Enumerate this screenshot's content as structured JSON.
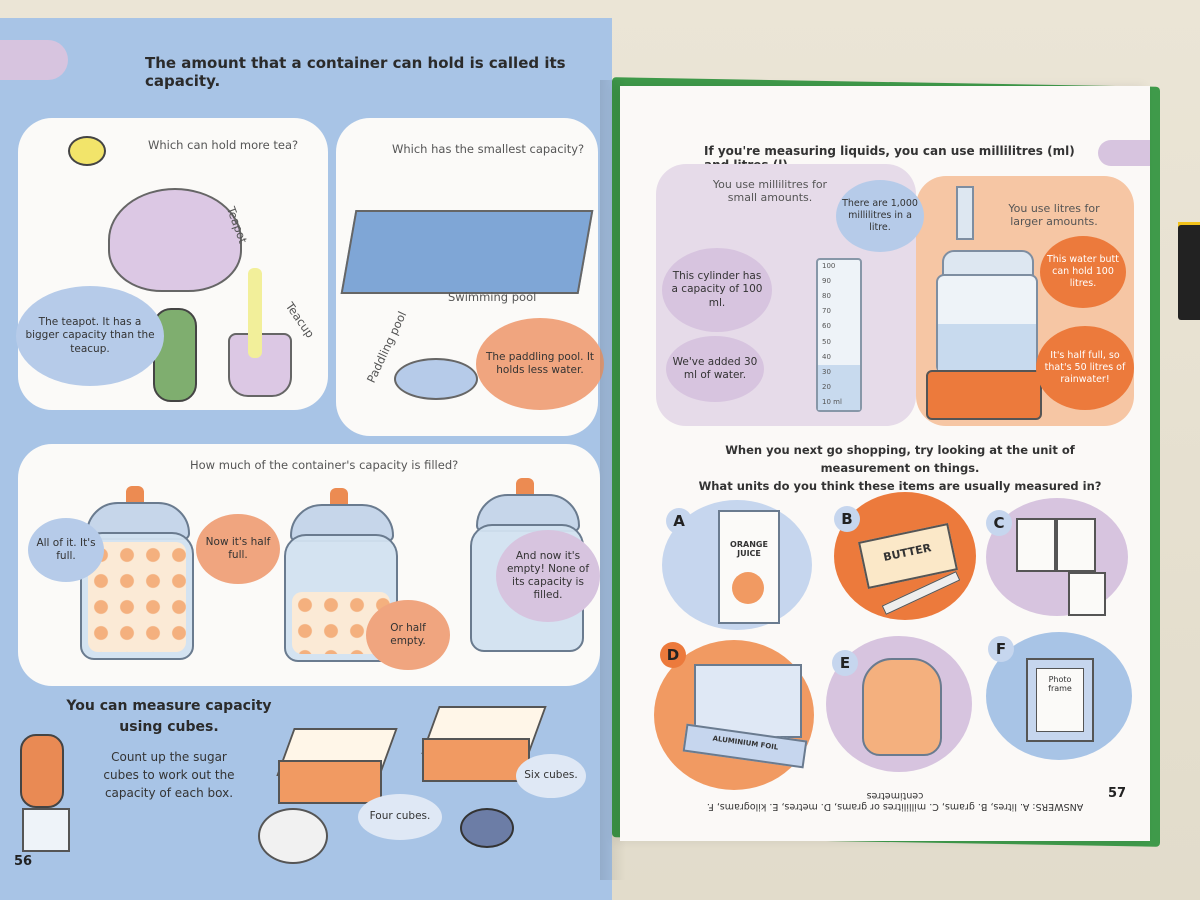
{
  "left_page": {
    "title_plain": "The amount that a container can hold is called its",
    "title_bold": "capacity.",
    "tea_question": "Which can hold more tea?",
    "teapot_label": "Teapot",
    "teacup_label": "Teacup",
    "tea_answer": "The teapot. It has a bigger capacity than the teacup.",
    "pool_question": "Which has the smallest capacity?",
    "swimming_pool_label": "Swimming pool",
    "paddling_pool_label": "Paddling pool",
    "pool_answer": "The paddling pool. It holds less water.",
    "jar_question": "How much of the container's capacity is filled?",
    "jar_full": "All of it. It's full.",
    "jar_half": "Now it's half full.",
    "jar_half_empty": "Or half empty.",
    "jar_empty": "And now it's empty! None of its capacity is filled.",
    "cubes_heading": "You can measure capacity using cubes.",
    "cubes_text": "Count up the sugar cubes to work out the capacity of each box.",
    "four_cubes": "Four cubes.",
    "six_cubes": "Six cubes.",
    "page_number": "56"
  },
  "right_page": {
    "title": "If you're measuring liquids, you can use millilitres (ml) and litres (l).",
    "ml_small": "You use millilitres for small amounts.",
    "ml_in_litre": "There are 1,000 millilitres in a litre.",
    "litres_large": "You use litres for larger amounts.",
    "cylinder_capacity": "This cylinder has a capacity of 100 ml.",
    "added_water": "We've added 30 ml of water.",
    "butt_capacity": "This water butt can hold 100 litres.",
    "half_full": "It's half full, so that's 50 litres of rainwater!",
    "cylinder_ticks": [
      "100",
      "90",
      "80",
      "70",
      "60",
      "50",
      "40",
      "30",
      "20",
      "10 ml"
    ],
    "shopping_line1": "When you next go shopping, try looking at the unit of measurement on things.",
    "shopping_line2": "What units do you think these items are usually measured in?",
    "items": [
      {
        "letter": "A",
        "label": "ORANGE JUICE"
      },
      {
        "letter": "B",
        "label": "BUTTER"
      },
      {
        "letter": "C",
        "label": ""
      },
      {
        "letter": "D",
        "label": "ALUMINIUM FOIL"
      },
      {
        "letter": "E",
        "label": ""
      },
      {
        "letter": "F",
        "label": "Photo frame"
      }
    ],
    "answers": "ANSWERS: A. litres, B. grams, C. millilitres or grams, D. metres, E. kilograms, F. centimetres",
    "page_number": "57"
  },
  "colors": {
    "left_page_bg": "#a8c4e6",
    "orange": "#ec7a3c",
    "lilac": "#d7c4df",
    "cover_green": "#3f9a4a"
  }
}
